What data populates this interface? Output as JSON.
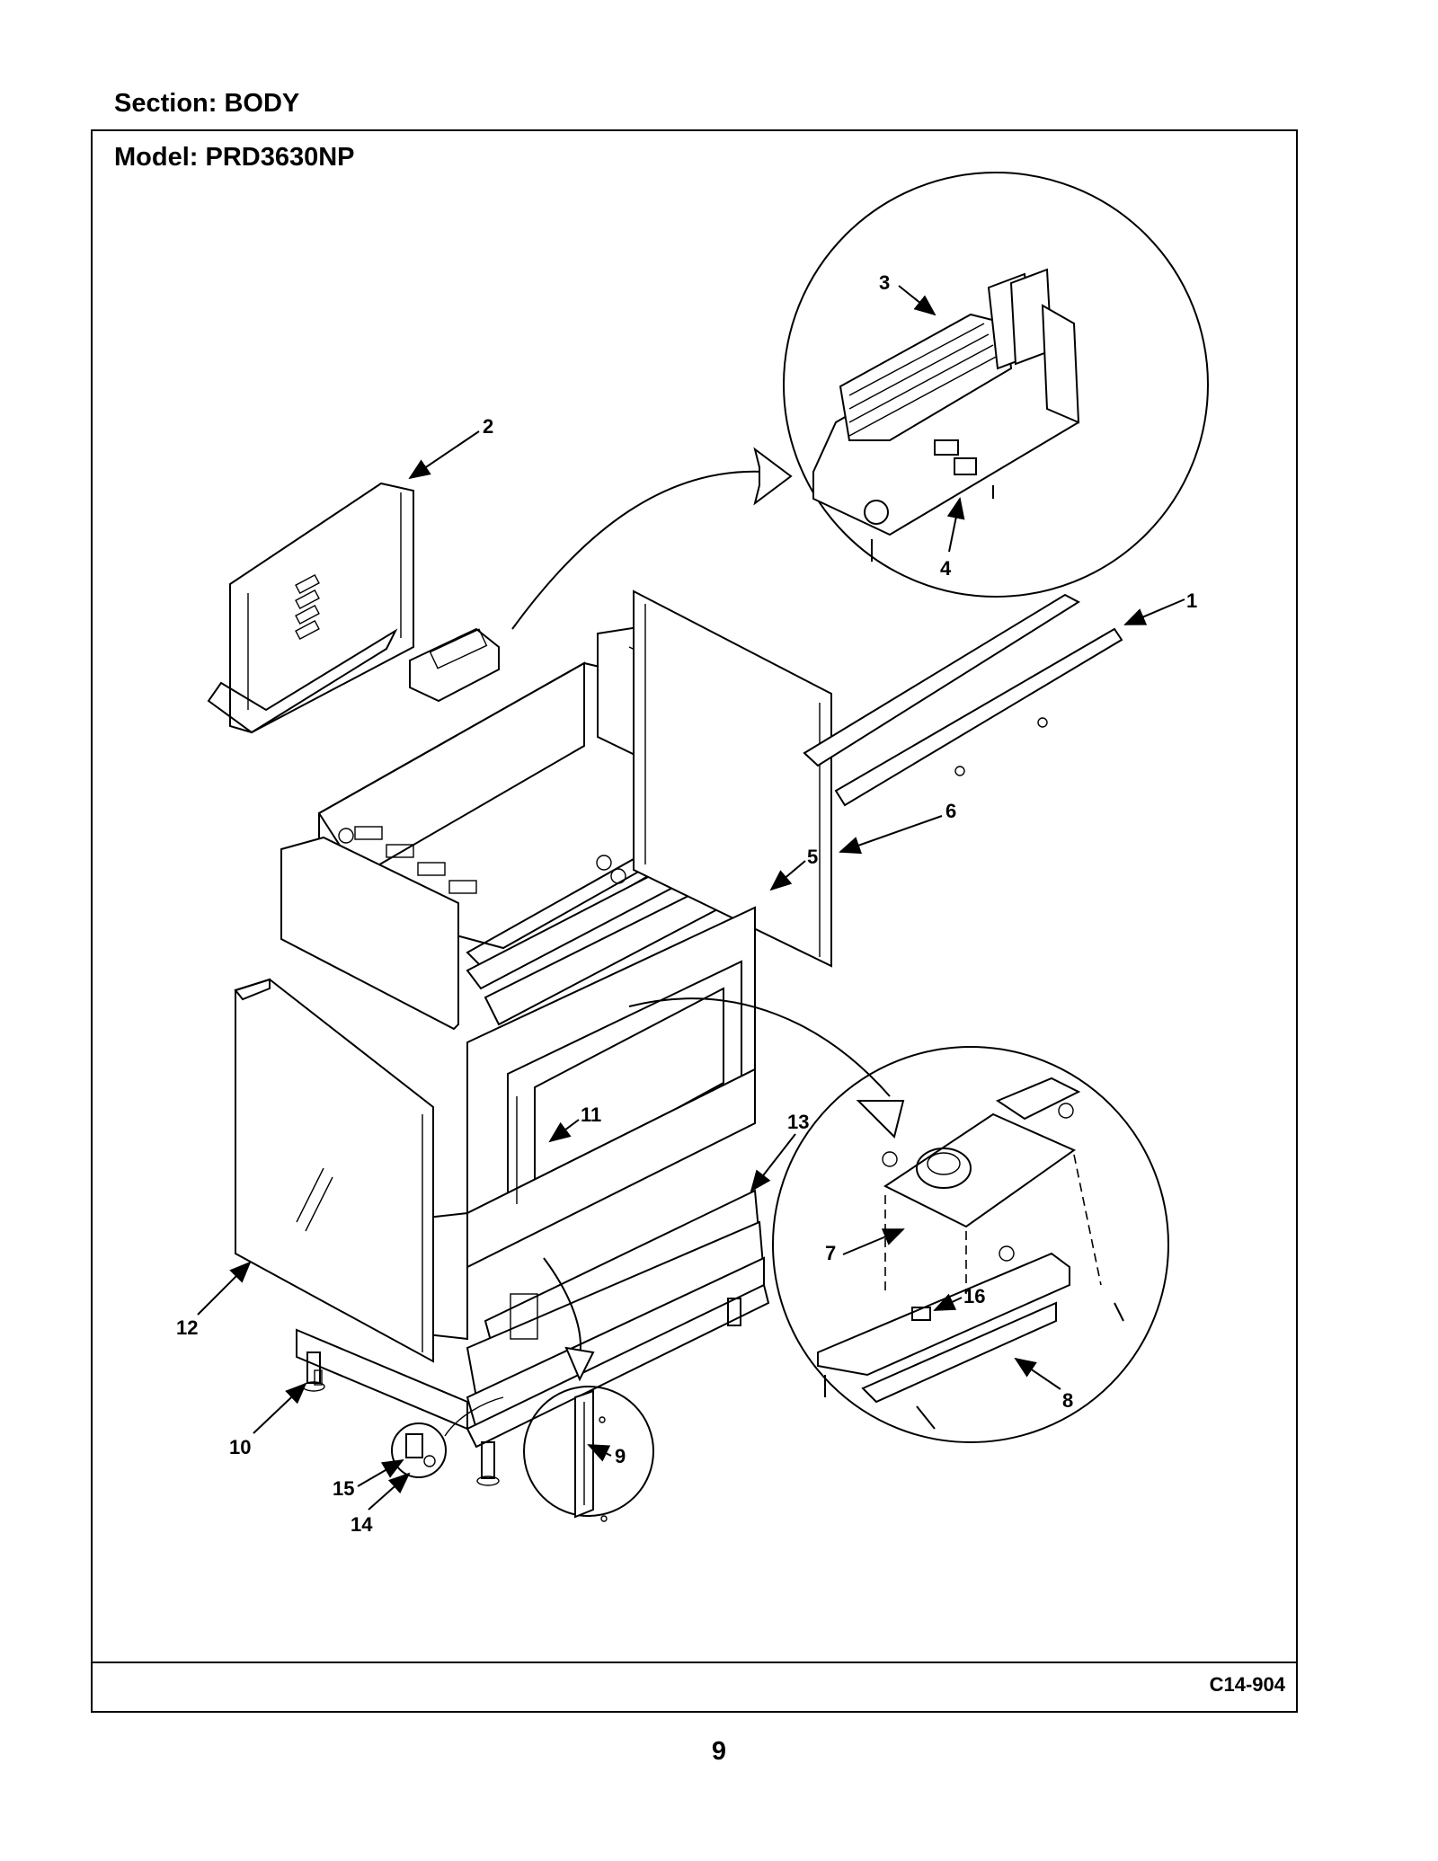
{
  "header": {
    "section": "Section:  BODY",
    "model": "Model:  PRD3630NP"
  },
  "footer": {
    "drawing_code": "C14-904",
    "page_number": "9"
  },
  "callouts": [
    "1",
    "2",
    "3",
    "4",
    "5",
    "6",
    "7",
    "8",
    "9",
    "10",
    "11",
    "12",
    "13",
    "14",
    "15",
    "16"
  ]
}
